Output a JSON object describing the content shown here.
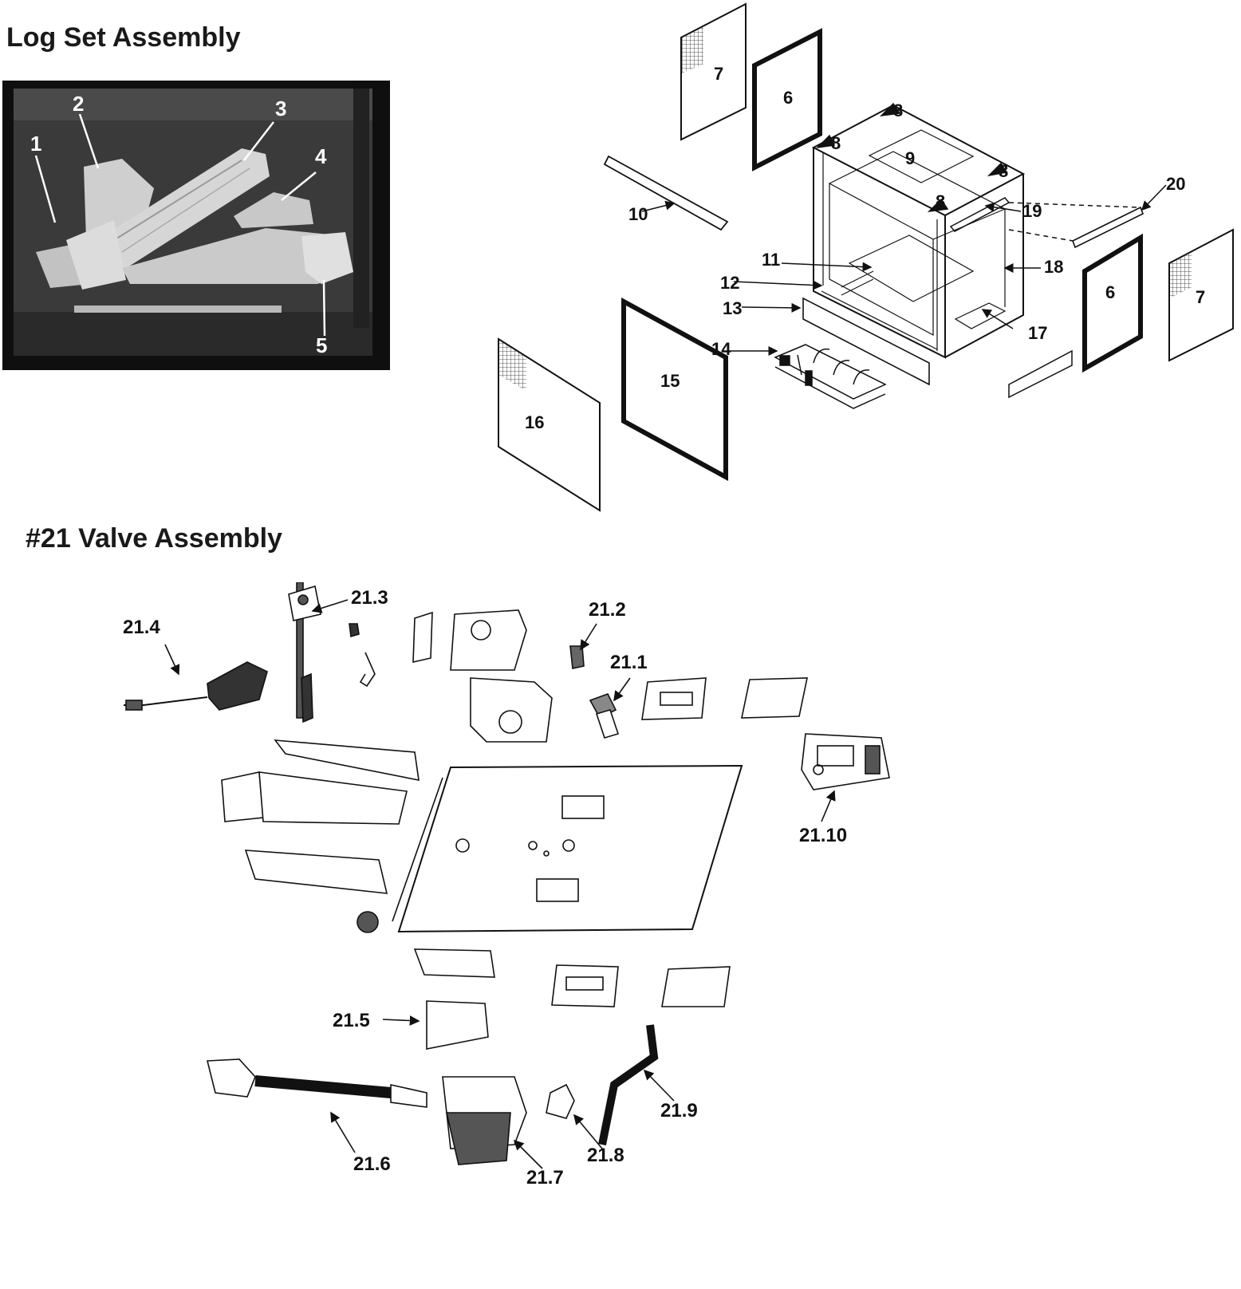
{
  "log_set": {
    "heading": "Log Set Assembly",
    "callouts": [
      "1",
      "2",
      "3",
      "4",
      "5"
    ]
  },
  "fireplace": {
    "callouts": [
      "6",
      "6",
      "7",
      "7",
      "8",
      "8",
      "8",
      "8",
      "9",
      "10",
      "11",
      "12",
      "13",
      "14",
      "15",
      "16",
      "17",
      "18",
      "19",
      "20"
    ]
  },
  "valve_assembly": {
    "heading": "#21 Valve Assembly",
    "callouts": [
      "21.1",
      "21.2",
      "21.3",
      "21.4",
      "21.5",
      "21.6",
      "21.7",
      "21.8",
      "21.9",
      "21.10"
    ]
  }
}
